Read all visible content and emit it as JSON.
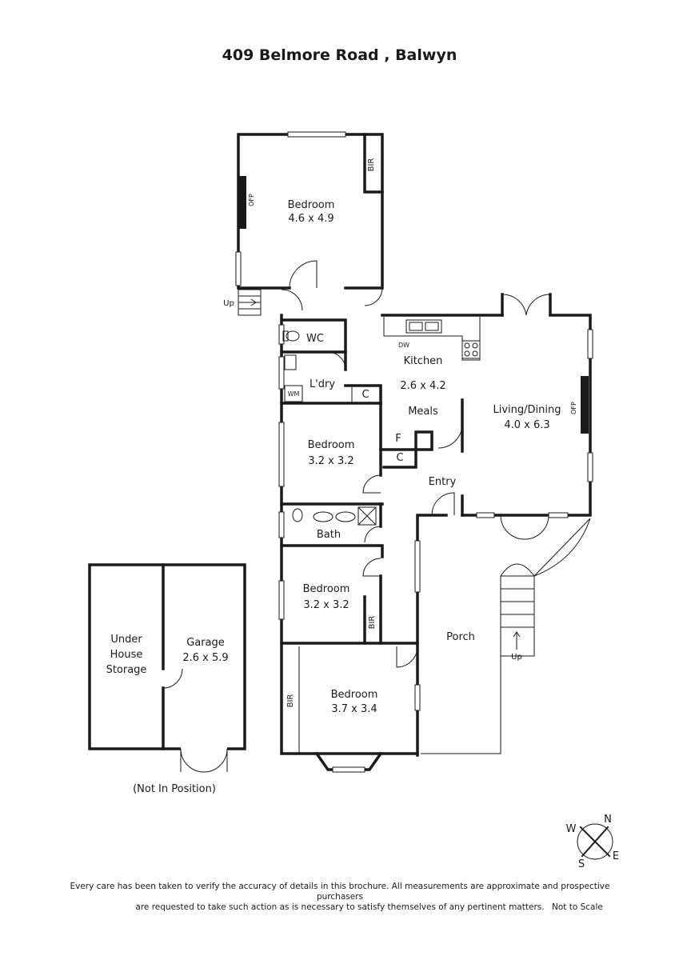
{
  "title": "409 Belmore Road , Balwyn",
  "rooms": {
    "bedroom1": {
      "name": "Bedroom",
      "size": "4.6 x 4.9"
    },
    "wc": {
      "name": "WC"
    },
    "laundry": {
      "name": "L'dry"
    },
    "kitchen": {
      "name": "Kitchen",
      "size": "2.6 x 4.2"
    },
    "meals": {
      "name": "Meals"
    },
    "living": {
      "name": "Living/Dining",
      "size": "4.0 x 6.3"
    },
    "bedroom2": {
      "name": "Bedroom",
      "size": "3.2 x 3.2"
    },
    "entry": {
      "name": "Entry"
    },
    "bath": {
      "name": "Bath"
    },
    "bedroom3": {
      "name": "Bedroom",
      "size": "3.2 x 3.2"
    },
    "porch": {
      "name": "Porch"
    },
    "bedroom4": {
      "name": "Bedroom",
      "size": "3.7 x 3.4"
    },
    "storage": {
      "line1": "Under",
      "line2": "House",
      "line3": "Storage"
    },
    "garage": {
      "name": "Garage",
      "size": "2.6 x 5.9"
    }
  },
  "fixtures": {
    "bir": "BIR",
    "ofp": "OFP",
    "up": "Up",
    "dw": "DW",
    "wm": "WM",
    "cupboard": "C",
    "fridge": "F"
  },
  "not_in_position": "(Not In Position)",
  "compass": {
    "n": "N",
    "e": "E",
    "s": "S",
    "w": "W"
  },
  "disclaimer_line1": "Every care has been taken to verify the accuracy of details in this brochure. All measurements are approximate and prospective purchasers",
  "disclaimer_line2": "are requested to take such action as is necessary to satisfy themselves of any pertinent matters.",
  "scale_note": "Not to Scale"
}
